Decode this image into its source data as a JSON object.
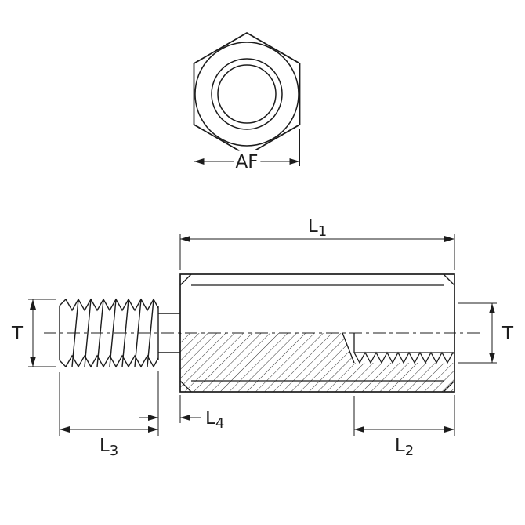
{
  "drawing": {
    "type": "technical-drawing-threaded-hex-standoff-male-female",
    "colors": {
      "stroke": "#1c1c1c",
      "background": "#ffffff"
    },
    "top_view": {
      "af": {
        "label": "AF"
      }
    },
    "side_view": {
      "l1": {
        "prefix": "L",
        "sub": "1"
      },
      "l2": {
        "prefix": "L",
        "sub": "2"
      },
      "l3": {
        "prefix": "L",
        "sub": "3"
      },
      "l4": {
        "prefix": "L",
        "sub": "4"
      },
      "t_left": {
        "label": "T"
      },
      "t_right": {
        "label": "T"
      }
    }
  }
}
